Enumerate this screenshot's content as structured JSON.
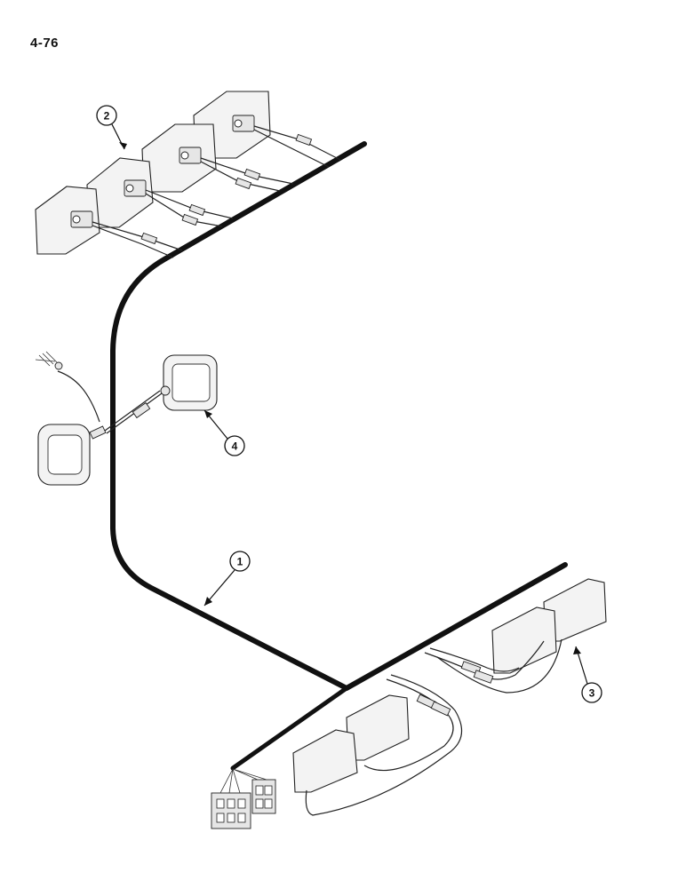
{
  "page": {
    "number": "4-76"
  },
  "callouts": [
    {
      "id": "harness",
      "label": "1"
    },
    {
      "id": "front-lamps",
      "label": "2"
    },
    {
      "id": "rear-lamps",
      "label": "3"
    },
    {
      "id": "side-lamps",
      "label": "4"
    }
  ]
}
